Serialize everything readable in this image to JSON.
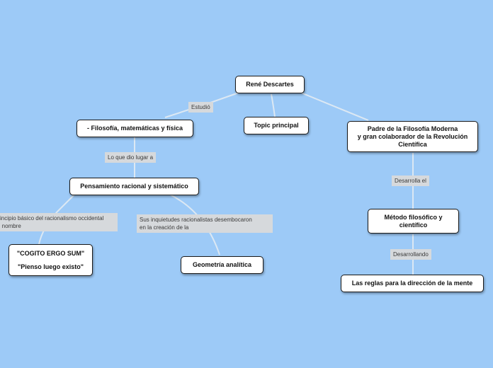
{
  "root": "René Descartes",
  "topic": "Topic principal",
  "branches": {
    "left": {
      "connector": "Estudió",
      "node": "- Filosofía, matemáticas y física",
      "connector2": "Lo que dio lugar a",
      "node2": "Pensamiento racional y sistemático",
      "sub_left": {
        "connector": "Principio básico del racionalismo occidental\nsu nombre",
        "line1": "\"COGITO ERGO SUM\"",
        "line2": "\"Pienso luego existo\""
      },
      "sub_right": {
        "connector": "Sus inquietudes racionalistas desembocaron\nen la creación de la",
        "node": "Geometría analítica"
      }
    },
    "right": {
      "node": "Padre de la Filosofía Moderna\ny gran colaborador de la Revolución\nCientífica",
      "connector": "Desarrolla el",
      "node2": "Método filosófico y\ncientífico",
      "connector2": "Desarrollando",
      "node3": "Las reglas para la dirección de la mente"
    }
  },
  "colors": {
    "background": "#9dcaf7",
    "node_fill": "#ffffff",
    "node_border": "#1a1a1a",
    "connector_label_bg": "#d6d9dc",
    "link": "#dce8f3"
  }
}
